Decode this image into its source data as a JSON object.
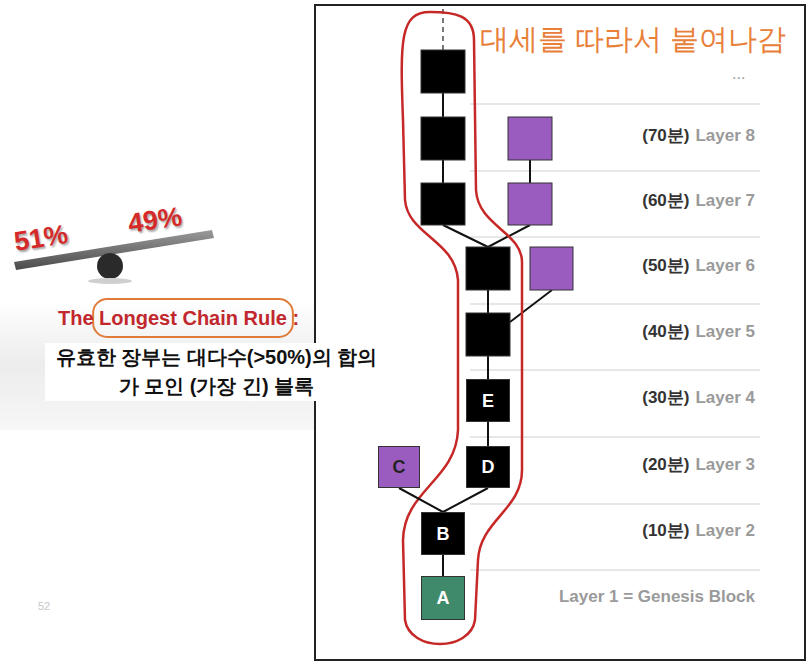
{
  "diagram": {
    "nodes": [
      {
        "text": [
          "A"
        ]
      },
      {
        "text": [
          "B"
        ]
      },
      {
        "text": [
          "C"
        ]
      },
      {
        "text": [
          "D"
        ]
      },
      {
        "text": [
          "E"
        ]
      }
    ],
    "edges": [
      {
        "from": 0,
        "to": 1,
        "arrow": "none"
      },
      {
        "from": 1,
        "to": 2,
        "arrow": "none"
      },
      {
        "from": 1,
        "to": 3,
        "arrow": "none"
      },
      {
        "from": 3,
        "to": 4,
        "arrow": "none"
      }
    ],
    "labels": [
      "51%",
      "49%",
      "The Longest Chain Rule :",
      "유효한 장부는 대다수(>50%)의 합의가 모인 (가장 긴) 블록",
      "52",
      "...",
      "(70분)",
      "Layer 8",
      "(60분)",
      "Layer 7",
      "(50분)",
      "Layer 6",
      "(40분)",
      "Layer 5",
      "(30분)",
      "Layer 4",
      "(20분)",
      "Layer 3",
      "(10분)",
      "Layer 2",
      "Layer 1 = Genesis Block",
      "대세를 따라서 붙여나감"
    ]
  }
}
